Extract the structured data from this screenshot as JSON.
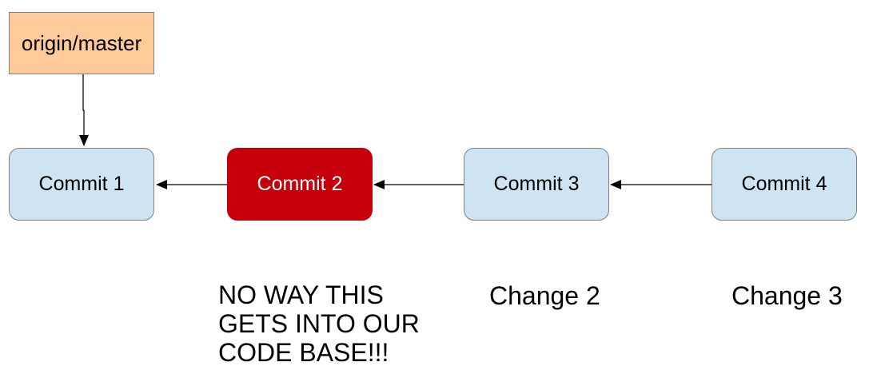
{
  "colors": {
    "commit_fill": "#cfe4f2",
    "bad_commit_fill": "#c5000b",
    "origin_fill": "#ffca99",
    "border": "#7f7f7f",
    "edge": "#000000"
  },
  "origin": {
    "label": "origin/master"
  },
  "commits": [
    {
      "id": "commit-1",
      "label": "Commit 1",
      "highlighted": false
    },
    {
      "id": "commit-2",
      "label": "Commit 2",
      "highlighted": true
    },
    {
      "id": "commit-3",
      "label": "Commit 3",
      "highlighted": false
    },
    {
      "id": "commit-4",
      "label": "Commit 4",
      "highlighted": false
    }
  ],
  "edges": [
    {
      "from": "origin/master",
      "to": "Commit 1"
    },
    {
      "from": "Commit 2",
      "to": "Commit 1"
    },
    {
      "from": "Commit 3",
      "to": "Commit 2"
    },
    {
      "from": "Commit 4",
      "to": "Commit 3"
    }
  ],
  "notes": {
    "commit_2": [
      "NO WAY THIS",
      "GETS INTO OUR",
      "CODE BASE!!!"
    ],
    "commit_3": [
      "Change 2"
    ],
    "commit_4": [
      "Change 3"
    ]
  }
}
